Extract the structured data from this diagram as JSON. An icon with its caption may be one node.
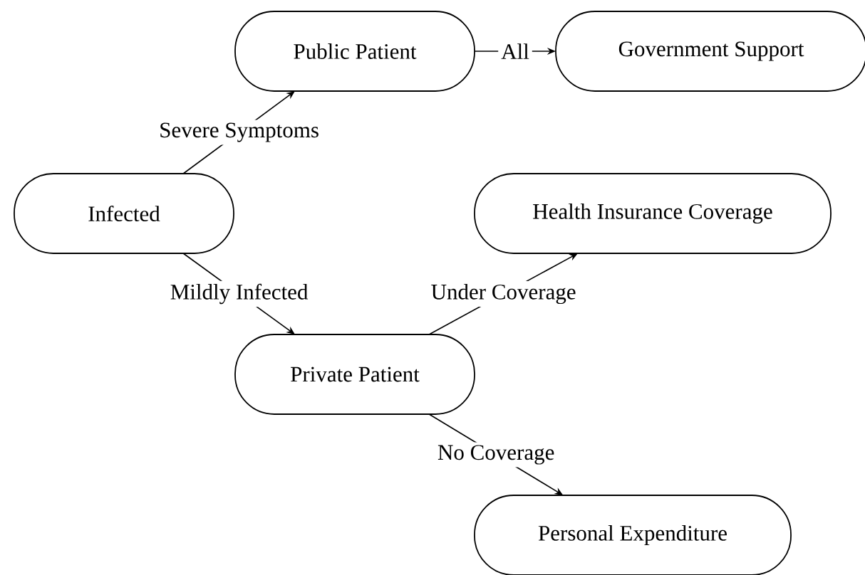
{
  "diagram": {
    "nodes": [
      {
        "text": [
          "Infected"
        ]
      },
      {
        "text": [
          "Public Patient"
        ]
      },
      {
        "text": [
          "Government Support"
        ]
      },
      {
        "text": [
          "Private Patient"
        ]
      },
      {
        "text": [
          "Health Insurance Coverage"
        ]
      },
      {
        "text": [
          "Personal Expenditure"
        ]
      }
    ],
    "edges": [
      {
        "from": 0,
        "to": 1,
        "arrow": "to",
        "label": "Severe Symptoms"
      },
      {
        "from": 1,
        "to": 2,
        "arrow": "to",
        "label": "All"
      },
      {
        "from": 0,
        "to": 3,
        "arrow": "to",
        "label": "Mildly Infected"
      },
      {
        "from": 3,
        "to": 4,
        "arrow": "to",
        "label": "Under Coverage"
      },
      {
        "from": 3,
        "to": 5,
        "arrow": "to",
        "label": "No Coverage"
      }
    ]
  }
}
